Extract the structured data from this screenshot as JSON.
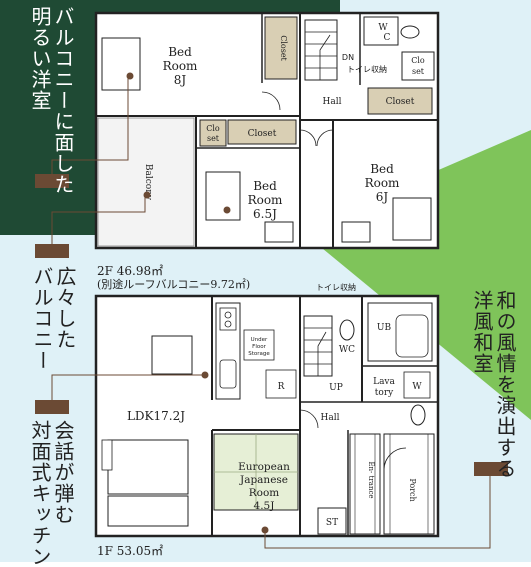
{
  "colors": {
    "dark_green": "#1f4a34",
    "light_blue": "#dff1f7",
    "light_green": "#7fc45a",
    "swatch_brown": "#6b4a34",
    "closet_fill": "#d9cfb4",
    "tatami_fill": "#e6efd6"
  },
  "callouts": {
    "balcony_room": "バルコニーに面した\n明るい洋室",
    "wide_balcony": "広々した\nバルコニー",
    "face_kitchen": "会話が弾む\n対面式キッチン",
    "japanese_room": "和の風情を演出する\n洋風和室"
  },
  "floor2": {
    "area": "2F 46.98㎡",
    "roof_balcony": "(別途ルーフバルコニー9.72㎡)",
    "rooms": {
      "bed8_line1": "Bed",
      "bed8_line2": "Room",
      "bed8_size": "8J",
      "closet_v": "Closet",
      "wc": "W",
      "wc_c": "C",
      "dn": "DN",
      "toilet_storage": "トイレ収納",
      "clo_set_1a": "Clo",
      "clo_set_1b": "set",
      "hall": "Hall",
      "closet_h": "Closet",
      "clo_set_2a": "Clo",
      "clo_set_2b": "set",
      "closet_mid": "Closet",
      "balcony": "Balcony",
      "bed65_line1": "Bed",
      "bed65_line2": "Room",
      "bed65_size": "6.5J",
      "bed6_line1": "Bed",
      "bed6_line2": "Room",
      "bed6_size": "6J"
    }
  },
  "floor1": {
    "area": "1F 53.05㎡",
    "rooms": {
      "toilet_storage": "トイレ収納",
      "under_floor_a": "Under",
      "under_floor_b": "Floor",
      "under_floor_c": "Storage",
      "ldk": "LDK17.2J",
      "r": "R",
      "wc": "WC",
      "up": "UP",
      "ub": "UB",
      "lav_a": "Lava",
      "lav_b": "tory",
      "w": "W",
      "hall": "Hall",
      "euro_a": "European",
      "euro_b": "Japanese",
      "euro_c": "Room",
      "euro_size": "4.5J",
      "st": "ST",
      "entrance": "En-\ntrance",
      "porch": "Porch"
    }
  }
}
